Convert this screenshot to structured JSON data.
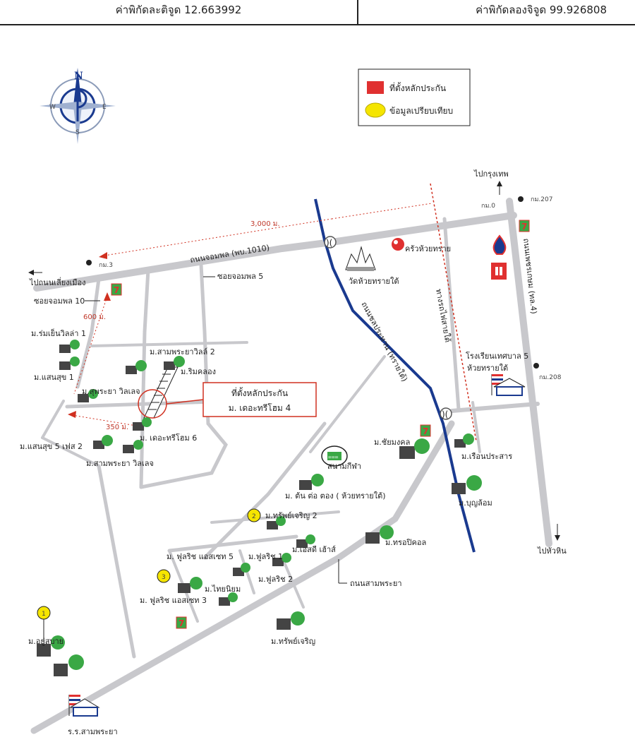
{
  "header": {
    "lat_text": "ค่าพิกัดละติจูด 12.663992",
    "lon_text": "ค่าพิกัดลองจิจูด 99.926808"
  },
  "colors": {
    "road": "#c8c8cc",
    "river": "#1a3a8f",
    "subject": "#e03030",
    "comparable": "#f5e500",
    "measure": "#d03020",
    "tree": "#3aa845"
  },
  "compass": {
    "n": "N",
    "e": "E",
    "w": "W",
    "s": "S"
  },
  "legend": {
    "subject_label": "ที่ตั้งหลักประกัน",
    "comparable_label": "ข้อมูลเปรียบเทียบ"
  },
  "callout": {
    "title": "ที่ตั้งหลักประกัน",
    "name": "ม. เดอะทรีโฮม 4"
  },
  "directions": {
    "bangkok": "ไปกรุงเทพ",
    "hua_hin": "ไปหัวหิน",
    "bypass": "ไปถนนเลี่ยงเมือง"
  },
  "km_markers": {
    "km207": "กม.207",
    "km0": "กม.0",
    "km3": "กม.3",
    "km208": "กม.208"
  },
  "measures": {
    "d3000": "3,000 ม.",
    "d600": "600 ม.",
    "d350": "350 ม."
  },
  "roads": {
    "chomphon": "ถนนจอมพล (พบ.1010)",
    "soi5": "ซอยจอมพล 5",
    "soi10": "ซอยจอมพล 10",
    "chonprathan": "ถนนชลประทาน (ทรายใต้)",
    "railway": "ทางรถไฟสายใต้",
    "phetkasem": "ถนนเพชรเกษม (ทล.4)",
    "samphraya": "ถนนสามพระยา"
  },
  "places": {
    "temple": "วัดห้วยทรายใต้",
    "krua": "ครัวห้วยทราย",
    "school5_line1": "โรงเรียนเทศบาล 5",
    "school5_line2": "ห้วยทรายใต้",
    "stadium": "สนามกีฬา",
    "school_samphraya": "ร.ร.สามพระยา"
  },
  "villages": {
    "romyen": "ม.ร่มเย็นวิลล่า 1",
    "saensuk": "ม.แสนสุข 1",
    "samphraya_villa2": "ม.สามพระยาวิลล์ 2",
    "rimkhlong": "ม.ริมคลอง",
    "suphraya": "ม.สุพระยา วิลเลจ",
    "saensuk5": "ม.แสนสุข 5 เฟส 2",
    "treehome6": "ม. เดอะทรีโฮม 6",
    "samphraya_village": "ม.สามพระยา วิลเลจ",
    "chaimongkhon": "ม.ชัยมงคล",
    "ruean": "ม.เรือนประสาร",
    "tonto": "ม. ต้น ต่อ ตอง ( ห้วยทรายใต้)",
    "boonlom": "ม.บุญล้อม",
    "sapcharoen2": "ม.ทรัพย์เจริญ 2",
    "sd": "ม.เอสดี เฮ้าส์",
    "tropical": "ม.ทรอปิคอล",
    "fullrich5": "ม. ฟูลริช แอสเซท 5",
    "fullrich1": "ม.ฟูลริช 1",
    "fullrich2": "ม.ฟูลริช 2",
    "thainiyom": "ม.ไทยนิยม",
    "fullrich3": "ม. ฟูลริช แอสเซท 3",
    "sapcharoen": "ม.ทรัพย์เจริญ",
    "yusabai": "ม.อยู่สบาย"
  },
  "comparables": [
    "1",
    "2",
    "3"
  ],
  "seven": "7",
  "stadium_sign": "==="
}
